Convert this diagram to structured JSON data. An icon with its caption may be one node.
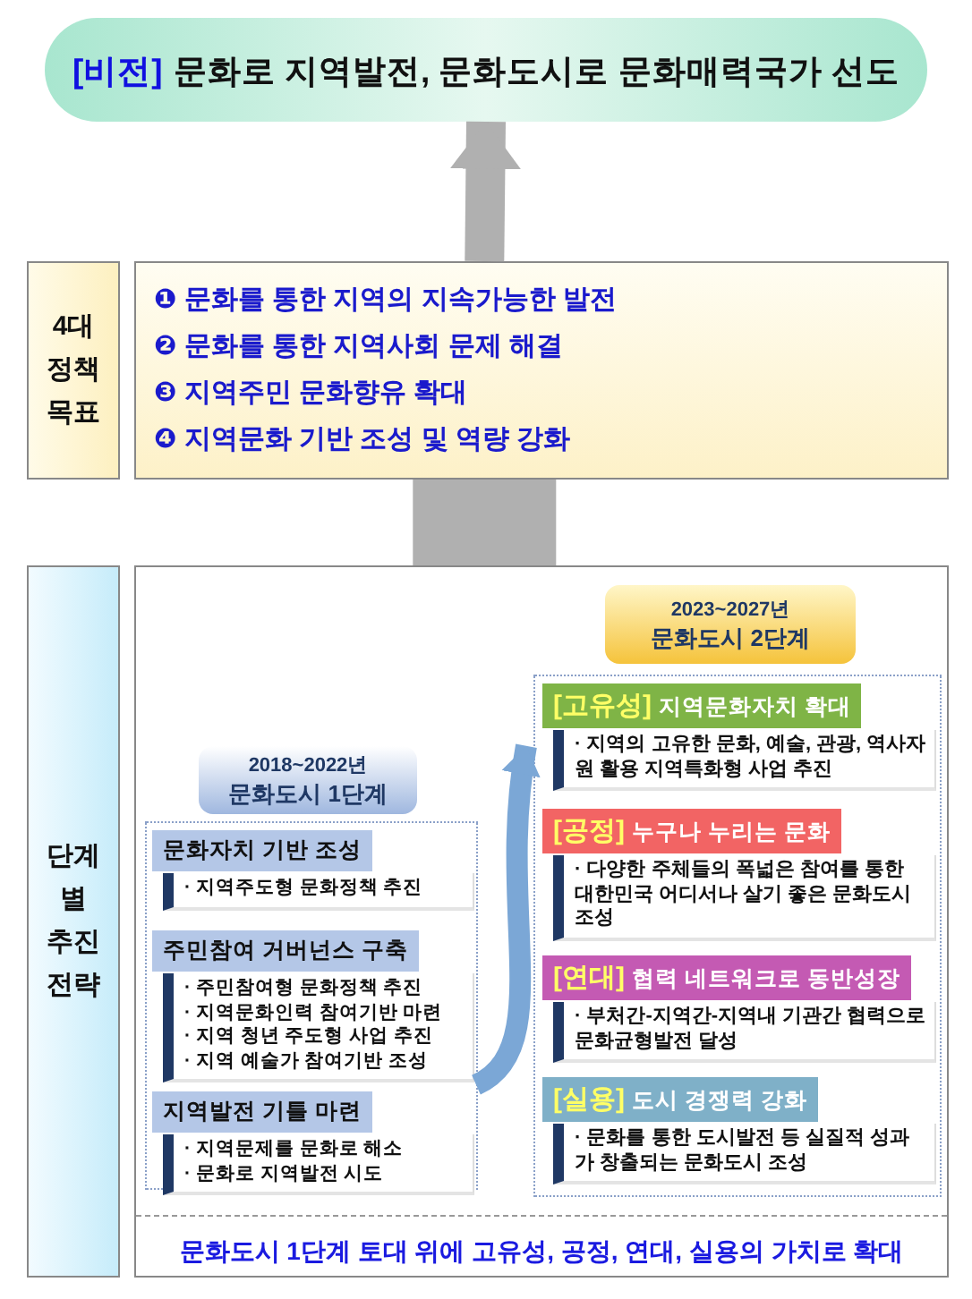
{
  "diagram": {
    "nodes": [
      {
        "text": [
          "[비전]",
          "문화로 지역발전, 문화도시로 문화매력국가 선도"
        ]
      },
      {
        "text": [
          "4대 정책 목표"
        ]
      },
      {
        "text": [
          "❶ 문화를 통한 지역의 지속가능한 발전",
          "❷ 문화를 통한 지역사회 문제 해결",
          "❸ 지역주민 문화향유 확대",
          "❹ 지역문화 기반 조성 및 역량 강화"
        ]
      },
      {
        "text": [
          "단계별 추진 전략"
        ]
      },
      {
        "text": [
          "문화도시 1단계 토대 위에 고유성, 공정, 연대, 실용의 가치로 확대"
        ]
      },
      {
        "text": [
          "2018~2022년",
          "문화도시 1단계"
        ],
        "in": 4
      },
      {
        "text": [],
        "shape": "box",
        "in": 4
      },
      {
        "text": [
          "문화자치 기반 조성",
          "· 지역주도형 문화정책 추진"
        ],
        "in": 6
      },
      {
        "text": [
          "주민참여 거버넌스 구축",
          "· 주민참여형 문화정책 추진",
          "· 지역문화인력 참여기반 마련",
          "· 지역 청년 주도형 사업 추진",
          "· 지역 예술가 참여기반 조성"
        ],
        "in": 6
      },
      {
        "text": [
          "지역발전 기틀 마련",
          "· 지역문제를 문화로 해소",
          "· 문화로 지역발전 시도"
        ],
        "in": 6
      },
      {
        "text": [
          "2023~2027년",
          "문화도시 2단계"
        ],
        "in": 4
      },
      {
        "text": [],
        "shape": "box",
        "in": 4
      },
      {
        "text": [
          "[고유성]",
          "지역문화자치 확대",
          "· 지역의 고유한 문화, 예술, 관광, 역사자원 활용 지역특화형 사업 추진"
        ],
        "in": 11
      },
      {
        "text": [
          "[공정]",
          "누구나 누리는 문화",
          "· 다양한 주체들의 폭넓은 참여를 통한 대한민국 어디서나 살기 좋은 문화도시 조성"
        ],
        "in": 11
      },
      {
        "text": [
          "[연대]",
          "협력 네트워크로 동반성장",
          "· 부처간-지역간-지역내 기관간 협력으로 문화균형발전 달성"
        ],
        "in": 11
      },
      {
        "text": [
          "[실용]",
          "도시 경쟁력 강화",
          "· 문화를 통한 도시발전 등 실질적 성과가 창출되는 문화도시 조성"
        ],
        "in": 11
      }
    ],
    "edges": [
      {
        "from": 2,
        "to": 0,
        "arrow": "to"
      },
      {
        "from": 4,
        "to": 2,
        "arrow": "none",
        "style": "thick"
      },
      {
        "from": 6,
        "to": 11,
        "arrow": "to",
        "color": "#7ba7d6"
      }
    ]
  }
}
